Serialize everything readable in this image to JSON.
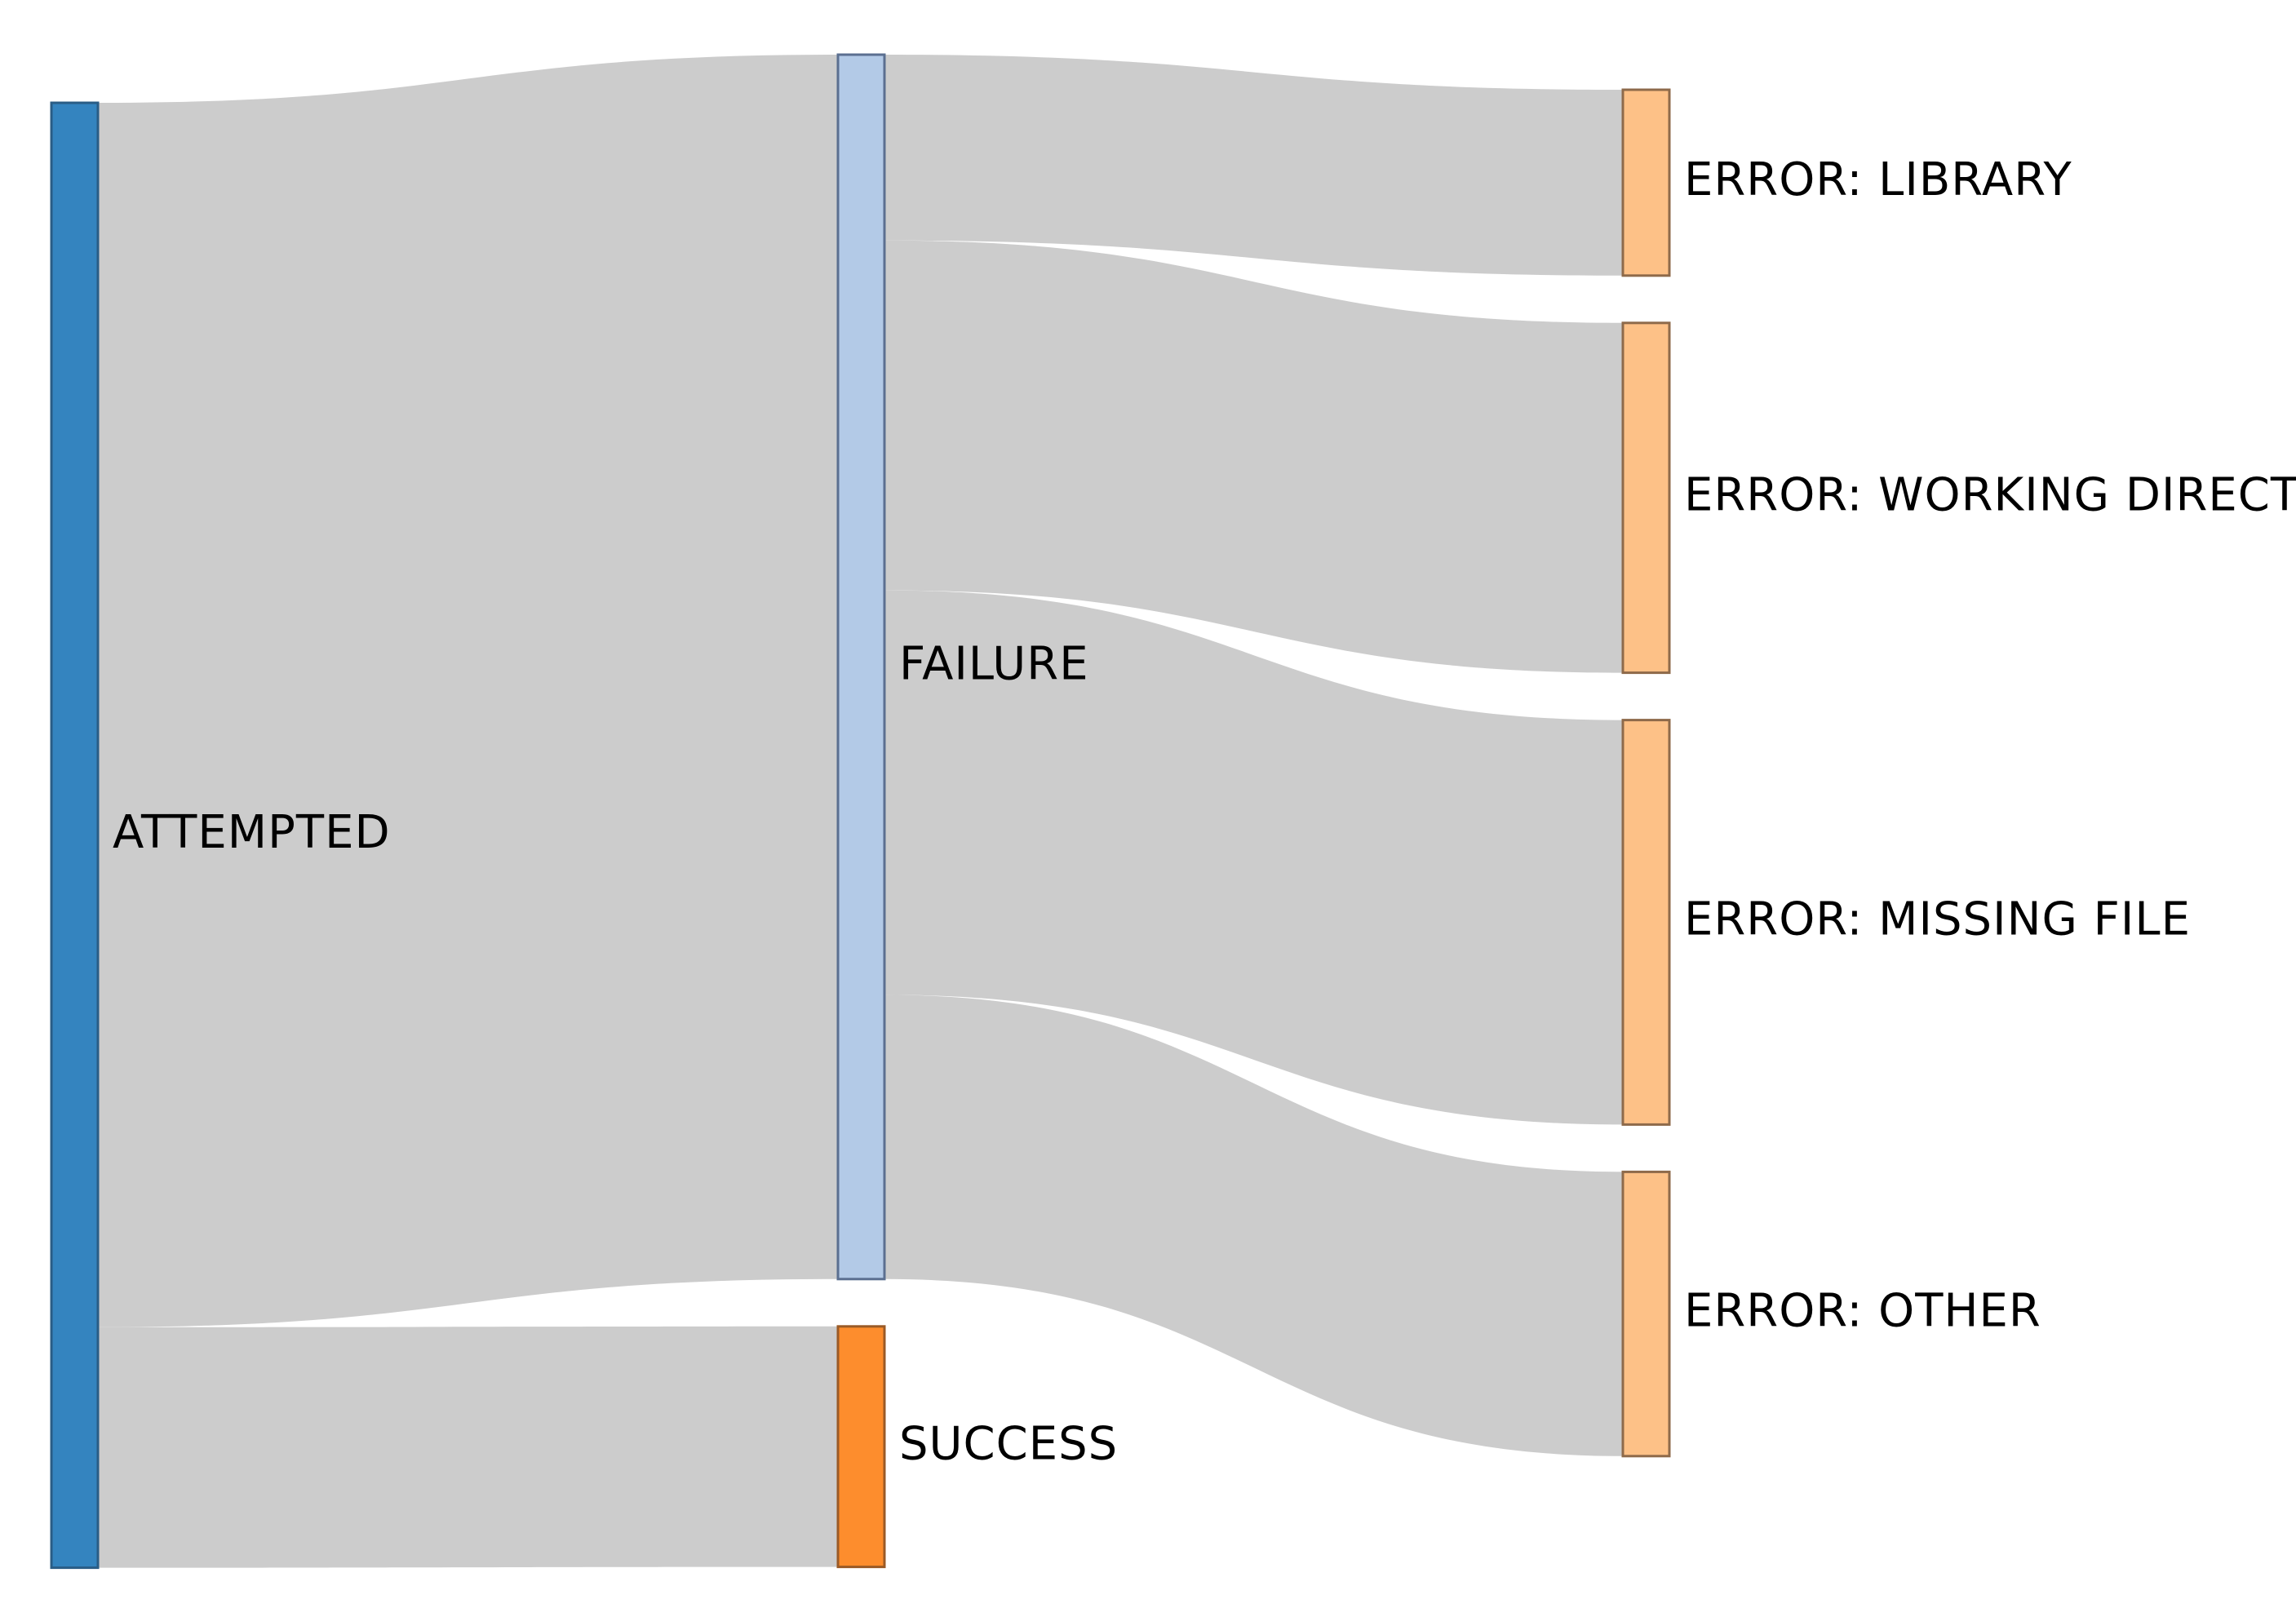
{
  "chart_data": {
    "type": "sankey",
    "nodes": [
      {
        "id": "attempted",
        "label": "Attempted",
        "column": 0,
        "value": 134,
        "color": "#3484bf",
        "border": "#2a5d86"
      },
      {
        "id": "failure",
        "label": "Failure",
        "column": 1,
        "value": 112,
        "color": "#b3cae7",
        "border": "#5b6f90"
      },
      {
        "id": "success",
        "label": "Success",
        "column": 1,
        "value": 22,
        "color": "#fd8d2d",
        "border": "#9a5a26"
      },
      {
        "id": "err_library",
        "label": "Error: Library",
        "column": 2,
        "value": 17,
        "color": "#fdc187",
        "border": "#8e6a4a"
      },
      {
        "id": "err_wd",
        "label": "Error: Working directory",
        "column": 2,
        "value": 32,
        "color": "#fdc187",
        "border": "#8e6a4a"
      },
      {
        "id": "err_missing",
        "label": "Error: missing file",
        "column": 2,
        "value": 37,
        "color": "#fdc187",
        "border": "#8e6a4a"
      },
      {
        "id": "err_other",
        "label": "Error: other",
        "column": 2,
        "value": 26,
        "color": "#fdc187",
        "border": "#8e6a4a"
      }
    ],
    "links": [
      {
        "source": "attempted",
        "target": "failure",
        "value": 112
      },
      {
        "source": "attempted",
        "target": "success",
        "value": 22
      },
      {
        "source": "failure",
        "target": "err_library",
        "value": 17
      },
      {
        "source": "failure",
        "target": "err_wd",
        "value": 32
      },
      {
        "source": "failure",
        "target": "err_missing",
        "value": 37
      },
      {
        "source": "failure",
        "target": "err_other",
        "value": 26
      }
    ],
    "link_color": "#cccccc"
  }
}
